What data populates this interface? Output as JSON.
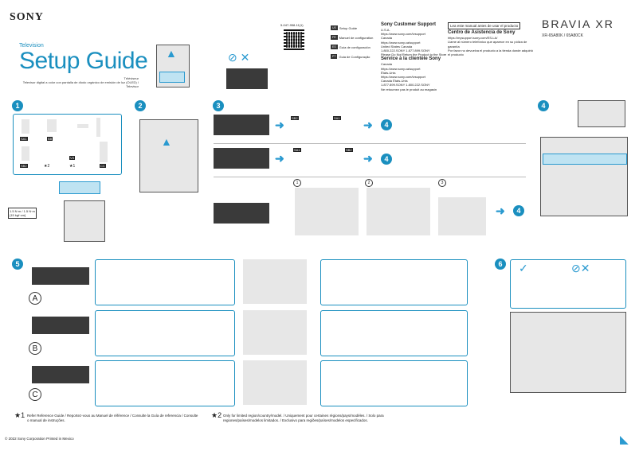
{
  "brand": "SONY",
  "doc": {
    "category": "Television",
    "title": "Setup Guide",
    "subtitle_line1": "Téléviseur",
    "subtitle_line2": "Televisor digital a color con pantalla de diodo orgánico de emisión de luz (OLED) / Televisor",
    "doc_number": "5-047-958-11(1)"
  },
  "languages": [
    {
      "code": "US",
      "label": "Setup Guide"
    },
    {
      "code": "FR",
      "label": "Manuel de configuration"
    },
    {
      "code": "ES",
      "label": "Guía de configuración"
    },
    {
      "code": "PT",
      "label": "Guia de Configuração"
    }
  ],
  "support": {
    "title": "Sony Customer Support",
    "lines": [
      "U.S.A.",
      "https://www.sony.com/tvsupport",
      "Canada",
      "https://www.sony.ca/support",
      "United States  Canada",
      "1.800.222.SONY       1.877.899.SONY",
      "Please Do Not Return the Product to the Store"
    ],
    "title_es": "Service à la clientèle Sony",
    "lines_es": [
      "Canada",
      "https://www.sony.ca/support",
      "États-Unis",
      "https://www.sony.com/tvsupport",
      "Canada                  États-Unis",
      "1.877.899.SONY          1.800.222.SONY",
      "Ne retournez pas le produit au magasin"
    ]
  },
  "support_latam": {
    "box": "Lea este manual antes de usar el producto",
    "title": "Centro de Asistencia de Sony",
    "url": "https://mysupport.sony.com/ES-LA/",
    "lines": [
      "Llame al número telefónico que aparece en su póliza de garantía",
      "Por favor no devuelva el producto a la tienda donde adquirió el producto"
    ]
  },
  "product": {
    "series": "BRAVIA XR",
    "model": "XR-65A80K / 65A80CK"
  },
  "steps": {
    "s1": "1",
    "s2": "2",
    "s3": "3",
    "s4": "4",
    "s5": "5",
    "s6": "6"
  },
  "step1": {
    "codes": [
      "SA1",
      "BB",
      "SB2",
      "VS",
      "CC"
    ],
    "star1": "★1",
    "star2": "★2",
    "torque": "1.5 N·m / 1.5 N·m",
    "torque2": "{15 kgf·cm}"
  },
  "step3_codes": [
    "SB2",
    "SA1",
    "SA1",
    "SB2"
  ],
  "step4_ref": "4",
  "sub_nums": [
    "1",
    "2",
    "3"
  ],
  "step5_letters": [
    "A",
    "B",
    "C"
  ],
  "footnotes": {
    "f1_mark": "★1",
    "f1": "Refer Reference Guide / Reportez-vous au Manuel de référence / Consulte la Guía de referencia / Consulte o manual de instruções.",
    "f2_mark": "★2",
    "f2": "Only for limited region/country/model. / Uniquement pour certaines régions/pays/modèles. / Solo para regiones/países/modelos limitados. / Exclusivo para regiões/países/modelos especificados."
  },
  "copyright": "© 2022 Sony Corporation  Printed in Mexico"
}
